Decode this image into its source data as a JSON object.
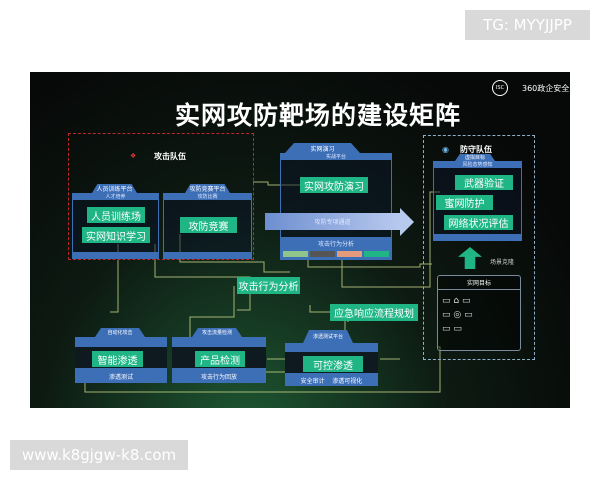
{
  "watermarks": {
    "top": "TG: MYYJJPP",
    "bottom": "www.k8gjgw-k8.com"
  },
  "slide": {
    "title": "实网攻防靶场的建设矩阵",
    "logos": {
      "isc": "ISC",
      "brand": "360政企安全"
    },
    "attack_team": {
      "label": "攻击队伍",
      "training": {
        "tab": "人员训练平台",
        "sub": "人才培养",
        "items": [
          "人员训练场",
          "实网知识学习"
        ]
      },
      "contest": {
        "tab": "攻防竞赛平台",
        "sub": "攻防比赛",
        "items": [
          "攻防竞赛"
        ]
      }
    },
    "exercise": {
      "tab": "实网演习",
      "sub": "实战平台",
      "item": "实网攻防演习",
      "channel": "攻防专项通道",
      "analysis": "攻击行为分析"
    },
    "defense_team": {
      "label": "防守队伍",
      "tab": "虚拟目标",
      "sub": "风险态势感知",
      "items": [
        "武器验证",
        "蜜网防护",
        "网络状况评估"
      ],
      "clone": "场景克隆",
      "real_target": "实网目标"
    },
    "analysis": "攻击行为分析",
    "emergency": "应急响应流程规划",
    "bottom": [
      {
        "tab": "自动化攻击",
        "item": "智能渗透",
        "footer": "渗透测试"
      },
      {
        "tab": "攻击流量检测",
        "item": "产品检测",
        "footer": "攻击行为回放"
      },
      {
        "tab": "渗透测试平台",
        "item": "可控渗透",
        "footer": "安全审计    渗透可视化"
      }
    ]
  },
  "colors": {
    "green": "#1fb585",
    "blue": "#3d6fb7",
    "red_dashed": "#c0272d"
  }
}
